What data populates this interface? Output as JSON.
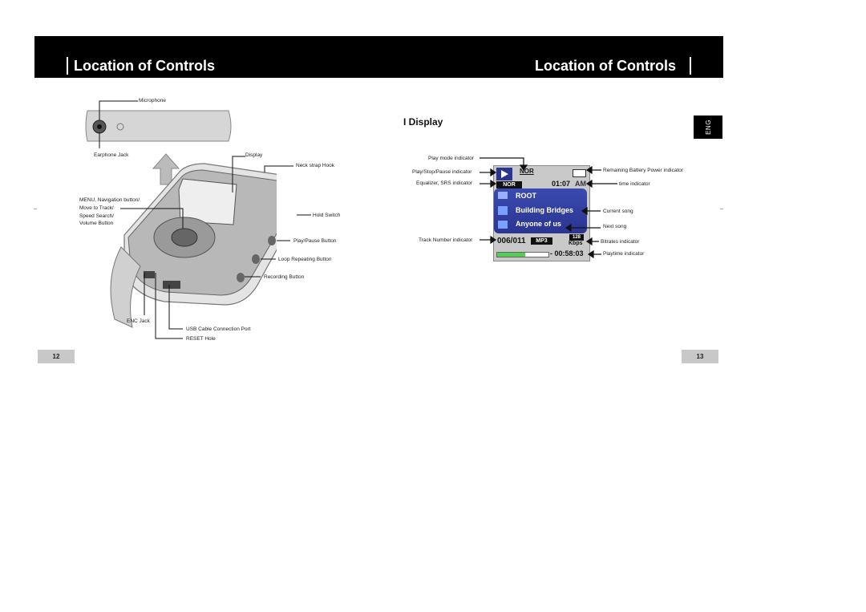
{
  "header": {
    "left_title": "Location of Controls",
    "right_title": "Location of Controls"
  },
  "left_page": {
    "labels": {
      "microphone": "Microphone",
      "earphone_jack": "Earphone Jack",
      "display": "Display",
      "neck_strap": "Neck strap Hook",
      "menu_nav_1": "MENU, Navigation button/",
      "menu_nav_2": "Move to Track/",
      "menu_nav_3": "Speed Search/",
      "menu_nav_4": "Volume Button",
      "hold_switch": "Hold Switch",
      "play_pause": "Play/Pause Button",
      "loop": "Loop Repeating Button",
      "recording": "Recording Button",
      "enc_jack": "ENC Jack",
      "usb_port": "USB Cable Connection Port",
      "reset_hole": "RESET Hole"
    },
    "page_number": "12"
  },
  "right_page": {
    "eng_tab": "ENG",
    "section_title": "I Display",
    "labels": {
      "play_mode": "Play mode indicator",
      "play_stop": "Play/Stop/Pause indicator",
      "equalizer": "Equalizer, SRS indicator",
      "track_number": "Track Number indicator",
      "battery": "Remaining Battery Power indicator",
      "time": "time indicator",
      "current_song": "Current song",
      "next_song": "Next song",
      "bitrates": "Bitrates indicator",
      "playtime": "Playtime indicator"
    },
    "lcd": {
      "mode": "NOR",
      "eq": "NOR",
      "clock": "01:07",
      "ampm": "AM",
      "folder": "ROOT",
      "current_song": "Building Bridges",
      "next_song": "Anyone of us",
      "track": "006/011",
      "format": "MP3",
      "bitrate_top": "128",
      "bitrate_unit": "Kbps",
      "playtime": "- 00:58:03"
    },
    "page_number": "13"
  },
  "colors": {
    "header_bg": "#000000",
    "lcd_panel": "#2f3b9e",
    "page_box": "#c8c8c8"
  }
}
